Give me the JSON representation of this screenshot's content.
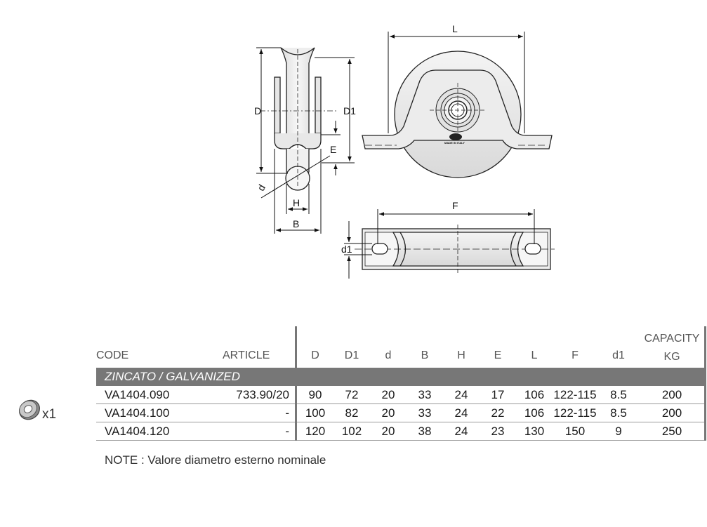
{
  "drawing_labels": {
    "D": "D",
    "D1": "D1",
    "d": "d",
    "E": "E",
    "H": "H",
    "B": "B",
    "L": "L",
    "F": "F",
    "d1": "d1",
    "made_in_italy": "MADE IN ITALY"
  },
  "table": {
    "columns": [
      "CODE",
      "ARTICLE",
      "D",
      "D1",
      "d",
      "B",
      "H",
      "E",
      "L",
      "F",
      "d1",
      "CAPACITY",
      "KG"
    ],
    "section": "ZINCATO / GALVANIZED",
    "rows": [
      {
        "code": "VA1404.090",
        "article": "733.90/20",
        "D": "90",
        "D1": "72",
        "d": "20",
        "B": "33",
        "H": "24",
        "E": "17",
        "L": "106",
        "F": "122-115",
        "d1": "8.5",
        "capacity": "200"
      },
      {
        "code": "VA1404.100",
        "article": "-",
        "D": "100",
        "D1": "82",
        "d": "20",
        "B": "33",
        "H": "24",
        "E": "22",
        "L": "106",
        "F": "122-115",
        "d1": "8.5",
        "capacity": "200"
      },
      {
        "code": "VA1404.120",
        "article": "-",
        "D": "120",
        "D1": "102",
        "d": "20",
        "B": "38",
        "H": "24",
        "E": "23",
        "L": "130",
        "F": "150",
        "d1": "9",
        "capacity": "250"
      }
    ]
  },
  "accessory": {
    "icon": "bearing-ring-icon",
    "quantity": "x1"
  },
  "note": "NOTE :  Valore diametro esterno nominale"
}
